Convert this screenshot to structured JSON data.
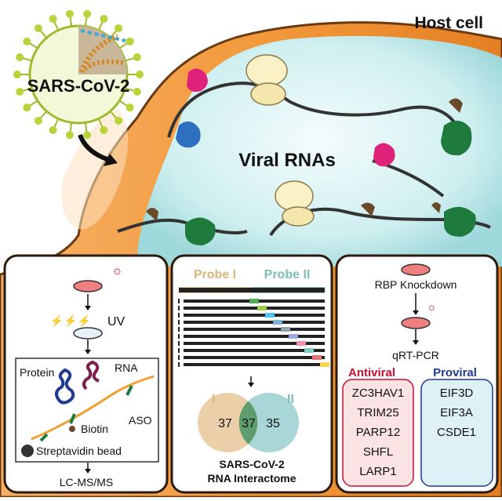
{
  "header": {
    "host_cell": "Host cell",
    "virus": "SARS-CoV-2",
    "viral_rnas": "Viral RNAs"
  },
  "panel_left": {
    "uv": "UV",
    "protein": "Protein",
    "rna": "RNA",
    "biotin": "Biotin",
    "aso": "ASO",
    "bead": "Streptavidin bead",
    "readout": "LC-MS/MS"
  },
  "panel_middle": {
    "probe_1": "Probe I",
    "probe_2": "Probe II",
    "venn_left_label": "I",
    "venn_right_label": "II",
    "venn_left_only": "37",
    "venn_overlap": "37",
    "venn_right_only": "35",
    "title_line1": "SARS-CoV-2",
    "title_line2": "RNA Interactome"
  },
  "panel_right": {
    "knockdown": "RBP Knockdown",
    "assay": "qRT-PCR",
    "antiviral_title": "Antiviral",
    "proviral_title": "Proviral",
    "antiviral": [
      "ZC3HAV1",
      "TRIM25",
      "PARP12",
      "SHFL",
      "LARP1"
    ],
    "proviral": [
      "EIF3D",
      "EIF3A",
      "CSDE1"
    ]
  },
  "colors": {
    "cell_orange": "#F29A3C",
    "cytoplasm": "#CFEFF0",
    "antiviral_red": "#C8102E",
    "proviral_blue": "#1F3A93",
    "probe1_tan": "#E8C79A",
    "probe2_teal": "#8CC8C8",
    "venn_overlap": "#5E9E6E"
  }
}
